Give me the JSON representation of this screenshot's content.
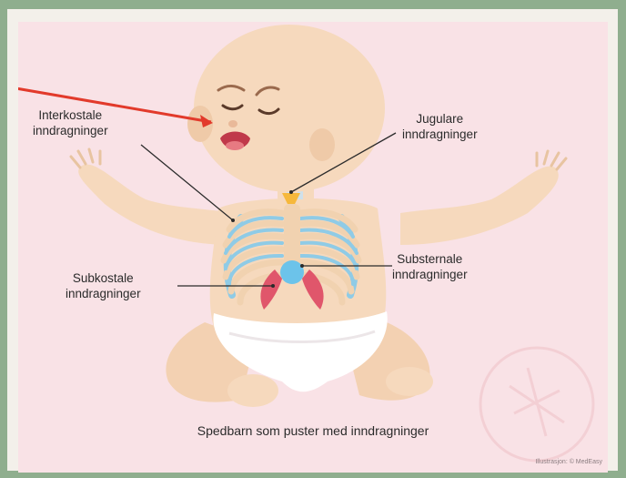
{
  "labels": {
    "interkostale_line1": "Interkostale",
    "interkostale_line2": "inndragninger",
    "jugulare_line1": "Jugulare",
    "jugulare_line2": "inndragninger",
    "substernale_line1": "Substernale",
    "substernale_line2": "inndragninger",
    "subkostale_line1": "Subkostale",
    "subkostale_line2": "inndragninger"
  },
  "caption": "Spedbarn som puster med inndragninger",
  "credit": "Illustrasjon: © MedEasy",
  "colors": {
    "border_green": "#8fae8e",
    "background_pink": "#f9e2e6",
    "skin": "#f6d9bd",
    "ribs": "#f1d2b0",
    "lung_blue": "#8fcbe6",
    "retraction_red": "#e0566b",
    "jugular_yellow": "#f6b83b",
    "arrow_red": "#e23a2b"
  }
}
